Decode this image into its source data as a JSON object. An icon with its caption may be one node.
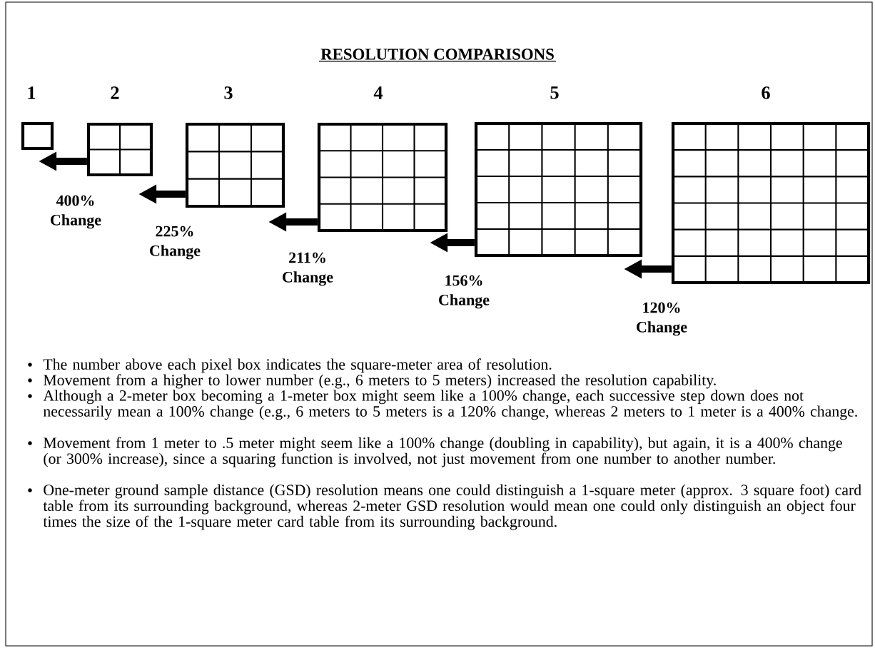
{
  "diagram": {
    "title": "RESOLUTION COMPARISONS",
    "nodes": [
      {
        "text": [
          "1"
        ]
      },
      {
        "text": [
          "2"
        ]
      },
      {
        "text": [
          "3"
        ]
      },
      {
        "text": [
          "4"
        ]
      },
      {
        "text": [
          "5"
        ]
      },
      {
        "text": [
          "6"
        ]
      }
    ],
    "edges": [
      {
        "from": 1,
        "to": 0,
        "arrow": "to",
        "label": "400% Change"
      },
      {
        "from": 2,
        "to": 1,
        "arrow": "to",
        "label": "225% Change"
      },
      {
        "from": 3,
        "to": 2,
        "arrow": "to",
        "label": "211% Change"
      },
      {
        "from": 4,
        "to": 3,
        "arrow": "to",
        "label": "156% Change"
      },
      {
        "from": 5,
        "to": 4,
        "arrow": "to",
        "label": "120% Change"
      }
    ],
    "labels": [
      "The number above each pixel box indicates the square-meter area of resolution.",
      "Movement from a higher to lower number (e.g., 6 meters to 5 meters) increased the resolution capability.",
      "Although a 2-meter box becoming a 1-meter box might seem like a 100% change, each successive step down does not necessarily mean a 100% change (e.g., 6 meters to 5 meters is a 120% change, whereas 2 meters to 1 meter is a 400% change.",
      "Movement from 1 meter to .5 meter might seem like a 100% change (doubling in capability), but again, it is a 400% change (or 300% increase), since a squaring function is involved, not just movement from one number to another number.",
      "One-meter ground sample distance (GSD) resolution means one could distinguish a 1-square meter (approx. 3 square foot) card table from its surrounding background, whereas 2-meter GSD resolution would mean one could only distinguish an object four times the size of the 1-square meter card table from its surrounding background."
    ]
  }
}
